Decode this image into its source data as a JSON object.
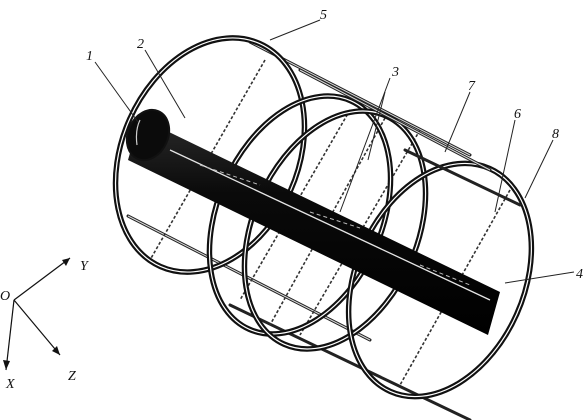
{
  "figure": {
    "labels": [
      {
        "id": "label-1",
        "text": "1"
      },
      {
        "id": "label-2",
        "text": "2"
      },
      {
        "id": "label-3",
        "text": "3"
      },
      {
        "id": "label-4",
        "text": "4"
      },
      {
        "id": "label-5",
        "text": "5"
      },
      {
        "id": "label-6",
        "text": "6"
      },
      {
        "id": "label-7",
        "text": "7"
      },
      {
        "id": "label-8",
        "text": "8"
      }
    ],
    "axes": {
      "origin": "O",
      "x": "X",
      "y": "Y",
      "z": "Z"
    }
  }
}
